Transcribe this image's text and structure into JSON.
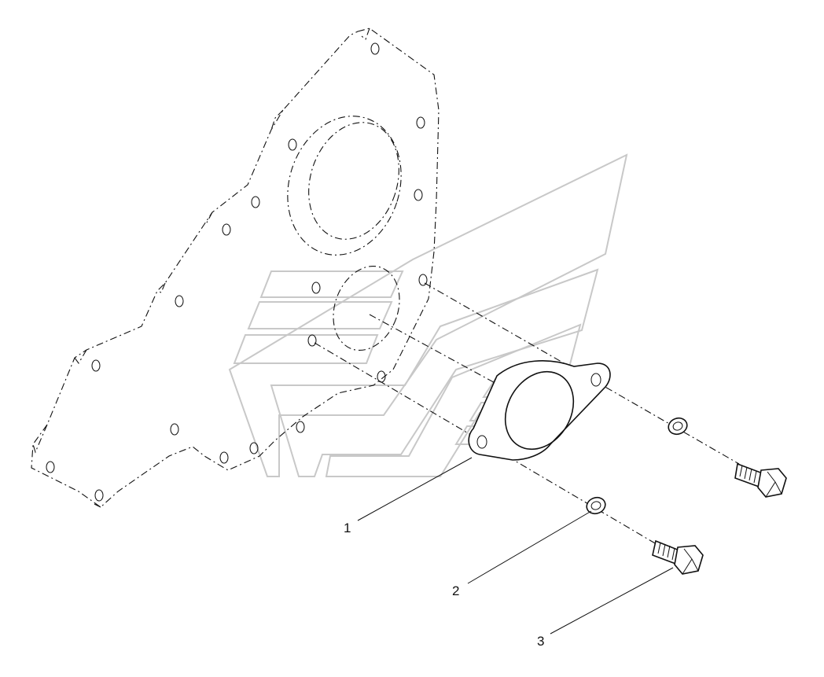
{
  "callouts": [
    {
      "id": "gasket",
      "label": "1"
    },
    {
      "id": "washer",
      "label": "2"
    },
    {
      "id": "bolt",
      "label": "3"
    }
  ],
  "colors": {
    "line": "#111111",
    "watermark": "#c8c8c8",
    "background": "#ffffff"
  }
}
